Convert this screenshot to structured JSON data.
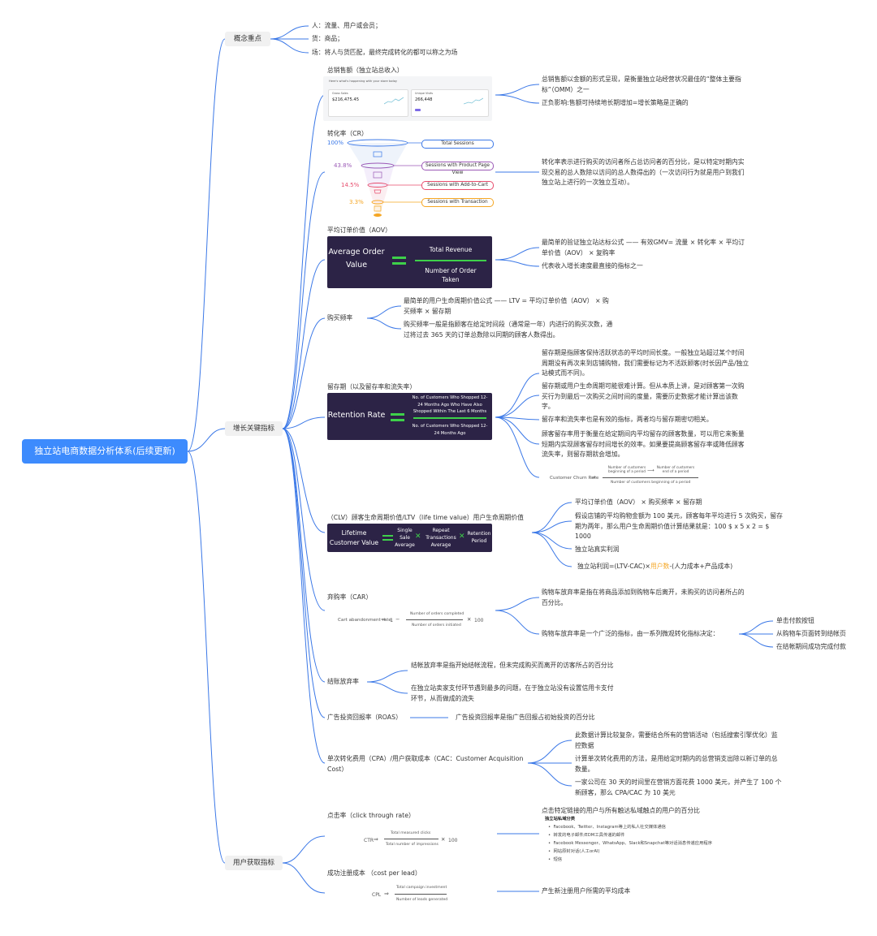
{
  "root": "独立站电商数据分析体系(后续更新)",
  "concepts": {
    "label": "概念重点",
    "items": [
      "人：流量、用户或会员；",
      "货：商品；",
      "场：将人与货匹配，最终完成转化的都可以称之为场"
    ]
  },
  "growth": {
    "label": "增长关键指标",
    "gmv": {
      "title": "总销售额（独立站总收入）",
      "desc1": "总销售额以金额的形式呈现，是衡量独立站经营状况最佳的“整体主要指标”（OMM）之一",
      "desc2": "正负影响:售额可持续地长期增加=增长策略是正确的"
    },
    "cr": {
      "title": "转化率（CR）",
      "stages": [
        "Total Sessions",
        "Sessions with Product Page View",
        "Sessions with Add-to-Cart",
        "Sessions with Transaction"
      ],
      "pcts": [
        "100%",
        "43.8%",
        "14.5%",
        "3.3%"
      ],
      "desc": "转化率表示进行购买的访问者所占总访问者的百分比，是以特定时期内实现交易的总人数除以访问的总人数得出的（一次访问行为就是用户到我们独立站上进行的一次独立互动）。"
    },
    "aov": {
      "title": "平均订单价值（AOV）",
      "panel_left": "Average Order Value",
      "panel_num": "Total Revenue",
      "panel_den": "Number of Order Taken",
      "desc1": "最简单的验证独立站达标公式 —— 有效GMV= 流量 × 转化率 × 平均订单价值（AOV） × 复购率",
      "desc2": "代表收入增长速度最直接的指标之一"
    },
    "freq": {
      "title": "购买频率",
      "desc1": "最简单的用户生命周期价值公式 —— LTV = 平均订单价值（AOV） × 购买频率 × 留存期",
      "desc2": "购买频率一般是指顾客在给定时间段（通常是一年）内进行的购买次数，通过将过去 365 天的订单总数除以同期的顾客人数得出。"
    },
    "retention": {
      "title": "留存期（以及留存率和流失率）",
      "panel_left": "Retention Rate",
      "panel_num": "No. of Customers Who Shopped 12-24 Months Ago Who Have Also Shopped Within The Last 6 Months",
      "panel_den": "No. of Customers Who Shopped 12-24 Months Ago",
      "desc1": "留存期是指顾客保持活跃状态的平均时间长度。一般独立站超过某个时间周期没有再次来到店铺购物，我们需要标记为不活跃顾客(时长因产品/独立站模式而不同)。",
      "desc2": "留存期或用户生命周期可能很难计算。但从本质上讲，是对顾客第一次购买行为到最后一次购买之间时间的度量，需要历史数据才能计算出该数字。",
      "desc3": "留存率和流失率也是有效的指标，两者均与留存期密切相关。",
      "desc4": "顾客留存率用于衡量在给定期间内平均留存的顾客数量，可以用它来衡量短期内实现顾客留存时间增长的效率。如果要提高顾客留存率或降低顾客流失率，则留存期就会增加。",
      "churn_label": "Customer Churn Rate",
      "churn_a": "Number of customers beginning of a period",
      "churn_b": "Number of customers end of a period",
      "churn_den": "Number of customers beginning of a period"
    },
    "clv": {
      "title": "（CLV）顾客生命周期价值/LTV（life time value）用户生命周期价值",
      "panel_left": "Lifetime Customer Value",
      "t1": "Single Sale Average",
      "t2": "Repeat Transactions Average",
      "t3": "Retention Period",
      "desc1": "平均订单价值（AOV） × 购买频率 × 留存期",
      "desc2": "假设店铺的平均购物金额为 100 美元，顾客每年平均进行 5 次购买，留存期为两年，那么用户生命周期价值计算结果就是：100 $ x 5 x 2 = $ 1000",
      "desc3": "独立站真实利润",
      "desc4a": "独立站利润=(LTV-CAC)×",
      "desc4b": "用户数",
      "desc4c": "-(人力成本+产品成本)"
    },
    "car": {
      "title": "弃购率（CAR）",
      "formula_label": "Cart abandonment rate",
      "one": "1",
      "num": "Number of orders completed",
      "den": "Number of orders initiated",
      "hundred": "100",
      "desc1": "购物车放弃率是指在将商品添加到购物车后离开，未购买的访问者所占的百分比。",
      "desc2": "购物车放弃率是一个广泛的指标，由一系列微观转化指标决定：",
      "micro": [
        "单击付款按钮",
        "从购物车页面转到结帐页",
        "在结帐期间成功完成付款"
      ]
    },
    "checkout": {
      "title": "结账放弃率",
      "desc1": "结帐放弃率是指开始结帐流程，但未完成购买而离开的访客所占的百分比",
      "desc2": "在独立站卖家支付环节遇到最多的问题，在于独立站没有设置信用卡支付环节，从而做成的流失"
    },
    "roas": {
      "title": "广告投资回报率（ROAS）",
      "desc": "广告投资回报率是指广告回报占初始投资的百分比"
    },
    "cpa": {
      "title": "单次转化费用（CPA）/用户获取成本（CAC：Customer Acquisition Cost）",
      "desc1": "此数据计算比较复杂，需要结合所有的营销活动（包括搜索引擎优化）监控数据",
      "desc2": "计算单次转化费用的方法，是用给定时期内的总营销支出除以新订单的总数量。",
      "desc3": "一家公司在 30 天的时间里在营销方面花费 1000 美元，并产生了 100 个新顾客，那么 CPA/CAC 为 10 美元"
    }
  },
  "acquisition": {
    "label": "用户获取指标",
    "ctr": {
      "title": "点击率（click through rate）",
      "formula_label": "CTR",
      "num": "Total measured clicks",
      "den": "Total number of impressions",
      "hundred": "100",
      "desc": "点击特定链接的用户与所有触达私域触点的用户的百分比",
      "list_title": "独立站私域分类",
      "list": [
        "Facebook、Twitter、Instagram等上的私人社交媒体通信",
        "转发的电子邮件/EDM工具传递的邮件",
        "Facebook Messenger、WhatsApp、Slack和Snapchat等对话消息传递应用程序",
        "网站原封对话(人工orAI)",
        "短信"
      ]
    },
    "cpl": {
      "title": "成功注册成本 （cost per lead）",
      "formula_label": "CPL",
      "num": "Total campaign investment",
      "den": "Number of leads generated",
      "desc": "产生新注册用户所需的平均成本"
    }
  },
  "colors": {
    "root": "#3d8bfd",
    "line": "#3b78e7",
    "panel": "#2c2346",
    "green": "#3ed14a",
    "orange": "#f5a623"
  },
  "screenshot": {
    "header": "Here's what's happening with your store today",
    "card1_title": "Gross Sales",
    "card1_value": "$216,475.45",
    "card2_title": "Unique Visits",
    "card2_value": "266,448"
  }
}
